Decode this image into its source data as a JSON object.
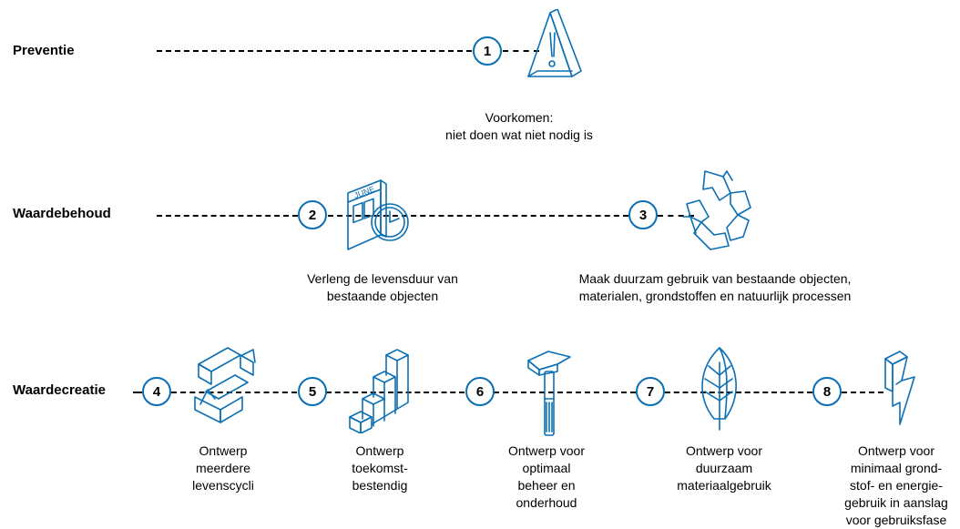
{
  "rows": [
    {
      "label": "Preventie"
    },
    {
      "label": "Waardebehoud"
    },
    {
      "label": "Waardecreatie"
    }
  ],
  "steps": [
    {
      "number": "1",
      "caption": "Voorkomen:\nniet doen wat niet nodig is",
      "icon": "warning-triangle-icon"
    },
    {
      "number": "2",
      "caption": "Verleng de levensduur van\nbestaande objecten",
      "icon": "calendar-clock-icon"
    },
    {
      "number": "3",
      "caption": "Maak duurzam gebruik van bestaande objecten,\nmaterialen, grondstoffen en natuurlijk processen",
      "icon": "recycle-icon"
    },
    {
      "number": "4",
      "caption": "Ontwerp\nmeerdere\nlevenscycli",
      "icon": "cycle-arrows-icon"
    },
    {
      "number": "5",
      "caption": "Ontwerp\ntoekomst-\nbestendig",
      "icon": "bar-steps-icon"
    },
    {
      "number": "6",
      "caption": "Ontwerp voor\noptimaal\nbeheer en\nonderhoud",
      "icon": "hammer-icon"
    },
    {
      "number": "7",
      "caption": "Ontwerp voor\nduurzaam\nmateriaalgebruik",
      "icon": "leaf-icon"
    },
    {
      "number": "8",
      "caption": "Ontwerp voor\nminimaal grond-\nstof- en energie-\ngebruik in aanslag\nvoor gebruiksfase",
      "icon": "lightning-icon"
    }
  ],
  "icon_calendar_text": "JUNE",
  "colors": {
    "accent": "#0a6fb4",
    "line": "#000000"
  }
}
